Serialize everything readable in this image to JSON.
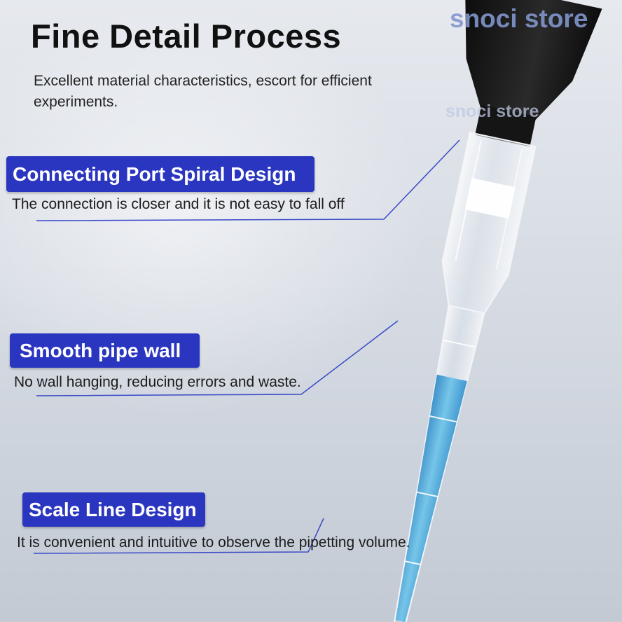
{
  "heading": {
    "title": "Fine Detail Process",
    "subtitle": "Excellent material characteristics, escort for efficient experiments."
  },
  "watermark": {
    "primary": "snoci store",
    "secondary": "snoci store"
  },
  "features": [
    {
      "label": "Connecting Port Spiral Design",
      "description": "The connection is closer and it is not easy to fall off"
    },
    {
      "label": "Smooth pipe wall",
      "description": "No wall hanging, reducing errors and waste."
    },
    {
      "label": "Scale Line Design",
      "description": "It is convenient and intuitive to observe the pipetting volume."
    }
  ],
  "colors": {
    "badge": "#2b36c0",
    "liquid": "#4aa6d6",
    "pointer_line": "#3a49c8"
  },
  "image": {
    "subject": "pipette-tip-icon"
  }
}
